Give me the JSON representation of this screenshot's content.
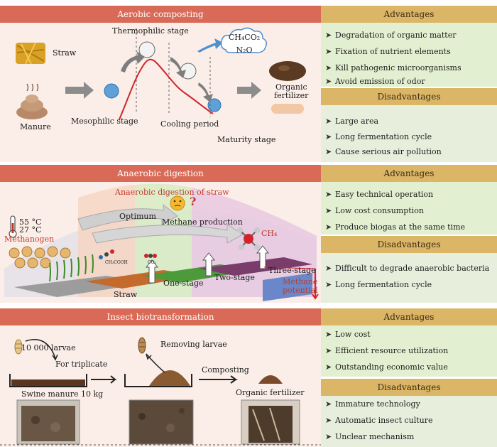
{
  "sections": [
    {
      "title": "Aerobic composting",
      "labels": {
        "straw": "Straw",
        "manure": "Manure",
        "thermophilic": "Thermophilic stage",
        "mesophilic": "Mesophilic stage",
        "cooling": "Cooling period",
        "maturity": "Maturity stage",
        "fertilizer_line1": "Organic",
        "fertilizer_line2": "fertilizer",
        "gas_line1": "CH₄CO₂",
        "gas_line2": "N₂O"
      },
      "advantages_title": "Advantages",
      "advantages": [
        "Degradation of organic matter",
        "Fixation of nutrient elements",
        "Kill pathogenic microorganisms",
        "Avoid emission of odor"
      ],
      "disadvantages_title": "Disadvantages",
      "disadvantages": [
        "Large area",
        "Long fermentation cycle",
        "Cause serious air pollution"
      ]
    },
    {
      "title": "Anaerobic digestion",
      "labels": {
        "digestion_of_straw": "Anaerobic digestion of straw",
        "temp_high": "55 °C",
        "temp_low": "27 °C",
        "methanogen": "Methanogen",
        "optimum": "Optimum",
        "methane_production": "Methane production",
        "ch4": "CH₄",
        "ch3cooh": "CH₃COOH",
        "co2": "CO₂",
        "straw": "Straw",
        "one_stage": "One-stage",
        "two_stage": "Two-stage",
        "three_stage": "Three-stage",
        "methane_potential_line1": "Methane",
        "methane_potential_line2": "potential",
        "question": "?"
      },
      "advantages_title": "Advantages",
      "advantages": [
        "Easy technical operation",
        "Low cost consumption",
        "Produce biogas at the same time"
      ],
      "disadvantages_title": "Disadvantages",
      "disadvantages": [
        "Difficult to degrade anaerobic bacteria",
        "Long fermentation cycle"
      ]
    },
    {
      "title": "Insect biotransformation",
      "labels": {
        "larvae": "10 000 larvae",
        "triplicate": "For triplicate",
        "removing": "Removing larvae",
        "composting": "Composting",
        "swine": "Swine manure 10 kg",
        "fertilizer": "Organic fertilizer"
      },
      "advantages_title": "Advantages",
      "advantages": [
        "Low cost",
        "Efficient resource utilization",
        "Outstanding economic value"
      ],
      "disadvantages_title": "Disadvantages",
      "disadvantages": [
        "Immature technology",
        "Automatic insect culture",
        "Unclear mechanism"
      ]
    }
  ],
  "colors": {
    "section_header": "#d96a57",
    "side_header": "#dcb667",
    "advantage_bg": "#e3efd1",
    "curve": "#d0242a"
  }
}
